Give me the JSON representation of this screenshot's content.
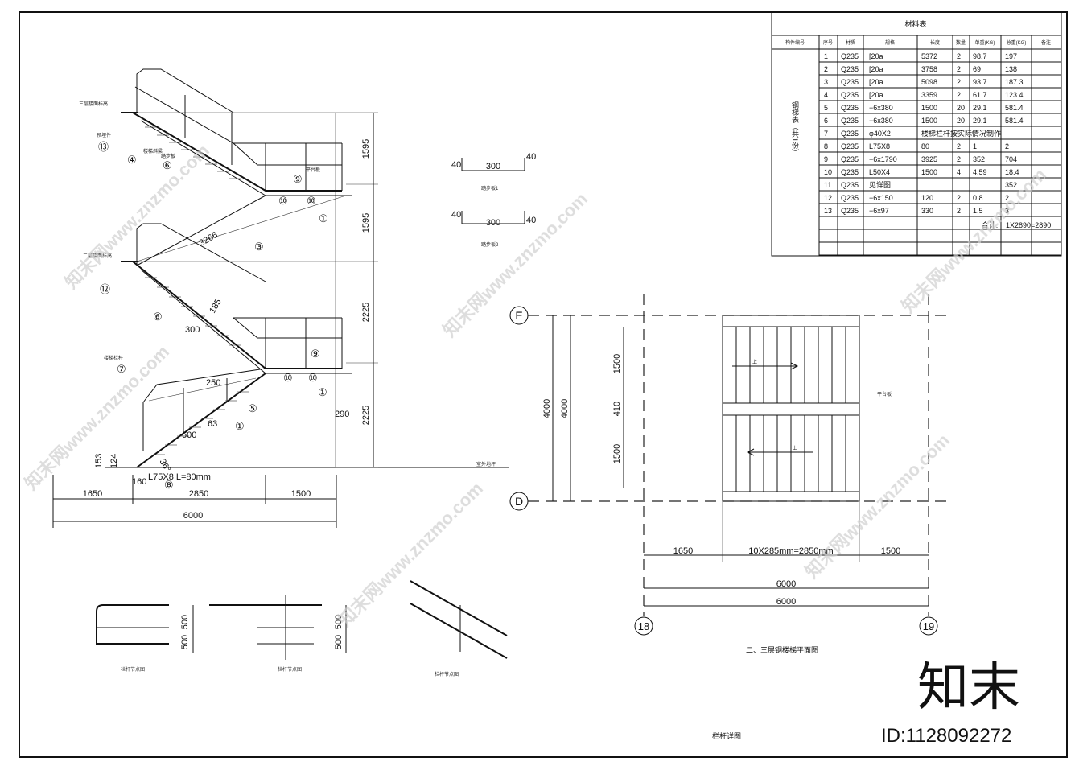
{
  "material_table": {
    "title": "材料表",
    "group_label": "钢梯表（共1份）",
    "columns": [
      "构件编号",
      "序号",
      "材质",
      "规格",
      "长度",
      "数量",
      "单重(KG)",
      "总重(KG)",
      "备注"
    ],
    "rows": [
      {
        "no": "1",
        "mat": "Q235",
        "spec": "[20a",
        "len": "5372",
        "qty": "2",
        "unit": "98.7",
        "total": "197"
      },
      {
        "no": "2",
        "mat": "Q235",
        "spec": "[20a",
        "len": "3758",
        "qty": "2",
        "unit": "69",
        "total": "138"
      },
      {
        "no": "3",
        "mat": "Q235",
        "spec": "[20a",
        "len": "5098",
        "qty": "2",
        "unit": "93.7",
        "total": "187.3"
      },
      {
        "no": "4",
        "mat": "Q235",
        "spec": "[20a",
        "len": "3359",
        "qty": "2",
        "unit": "61.7",
        "total": "123.4"
      },
      {
        "no": "5",
        "mat": "Q235",
        "spec": "−6x380",
        "len": "1500",
        "qty": "20",
        "unit": "29.1",
        "total": "581.4"
      },
      {
        "no": "6",
        "mat": "Q235",
        "spec": "−6x380",
        "len": "1500",
        "qty": "20",
        "unit": "29.1",
        "total": "581.4"
      },
      {
        "no": "7",
        "mat": "Q235",
        "spec": "φ40X2",
        "len": "楼梯栏杆按实际情况制作",
        "qty": "",
        "unit": "",
        "total": ""
      },
      {
        "no": "8",
        "mat": "Q235",
        "spec": "L75X8",
        "len": "80",
        "qty": "2",
        "unit": "1",
        "total": "2"
      },
      {
        "no": "9",
        "mat": "Q235",
        "spec": "−6x1790",
        "len": "3925",
        "qty": "2",
        "unit": "352",
        "total": "704"
      },
      {
        "no": "10",
        "mat": "Q235",
        "spec": "L50X4",
        "len": "1500",
        "qty": "4",
        "unit": "4.59",
        "total": "18.4"
      },
      {
        "no": "11",
        "mat": "Q235",
        "spec": "见详图",
        "len": "",
        "qty": "",
        "unit": "",
        "total": "352"
      },
      {
        "no": "12",
        "mat": "Q235",
        "spec": "−6x150",
        "len": "120",
        "qty": "2",
        "unit": "0.8",
        "total": "2"
      },
      {
        "no": "13",
        "mat": "Q235",
        "spec": "−6x97",
        "len": "330",
        "qty": "2",
        "unit": "1.5",
        "total": "3"
      }
    ],
    "sum_label": "合计:",
    "sum_value": "1X2890=2890"
  },
  "elevation": {
    "dims_right": [
      "1595",
      "1595",
      "2225",
      "2225"
    ],
    "dims_bottom": [
      "1650",
      "2850",
      "1500"
    ],
    "dim_total": "6000",
    "label_290": "290",
    "label_3266": "3266",
    "label_300": "300",
    "label_250": "250",
    "label_600": "600",
    "label_185": "185",
    "label_63": "63",
    "label_angle_l": "L75X8  L=80mm",
    "label_36": "36°",
    "label_153": "153",
    "label_124": "124",
    "label_160": "160",
    "callouts": [
      "⑬",
      "④",
      "⑥",
      "⑨",
      "⑩",
      "⑩",
      "①",
      "③",
      "⑫",
      "⑥",
      "⑦",
      "⑨",
      "⑩",
      "⑩",
      "①",
      "⑤",
      "①",
      "⑧"
    ],
    "notes": {
      "floor3": "三层楼面标高",
      "floor2": "二层楼面标高",
      "ground": "室外地坪",
      "step_plate": "踏步板",
      "stair_beam": "楼梯斜梁",
      "railing": "楼梯栏杆",
      "platform": "平台板",
      "embedded": "预埋件"
    }
  },
  "step_details": [
    {
      "left": "40",
      "width": "300",
      "right": "40",
      "caption": "踏步板1"
    },
    {
      "left": "40",
      "width": "300",
      "right": "40",
      "caption": "踏步板2"
    }
  ],
  "plan": {
    "axis_E": "E",
    "axis_D": "D",
    "axis_18": "18",
    "axis_19": "19",
    "dims_left": [
      "4000",
      "4000"
    ],
    "dims_inner": [
      "1500",
      "410",
      "1500"
    ],
    "dims_bottom": [
      "1650",
      "10X285mm=2850mm",
      "1500"
    ],
    "dim_total_1": "6000",
    "dim_total_2": "6000",
    "up_label": "上",
    "platform_label": "平台板",
    "title": "二、三层钢楼梯平面图"
  },
  "railing_details": {
    "dims": [
      "500",
      "500",
      "500",
      "500"
    ],
    "captions": [
      "栏杆节点图",
      "栏杆节点图",
      "栏杆节点图"
    ],
    "bottom_caption": "栏杆详图"
  },
  "watermark": {
    "brand": "知末",
    "id": "ID:1128092272",
    "site": "知末网www.znzmo.com"
  }
}
